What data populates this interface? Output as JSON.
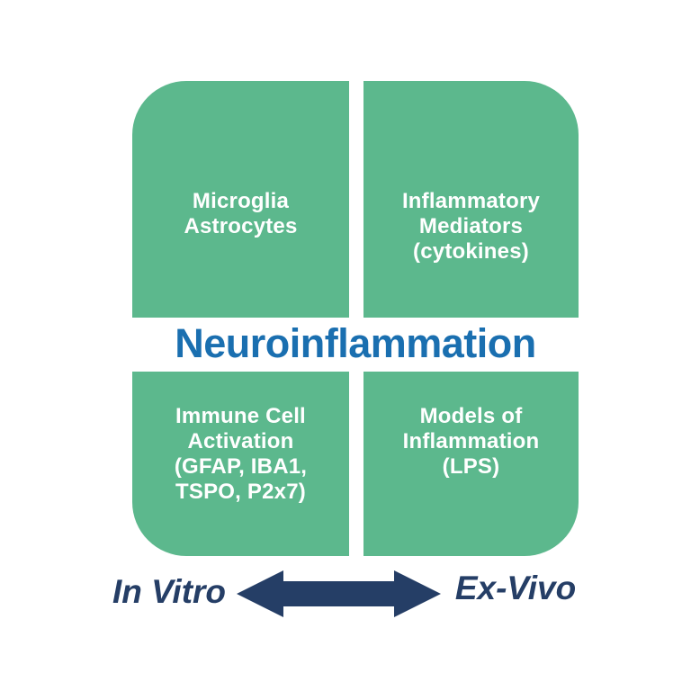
{
  "title": "Neuroinflammation",
  "quadrants": [
    {
      "position": "top-left",
      "lines": [
        "Microglia",
        "Astrocytes"
      ]
    },
    {
      "position": "top-right",
      "lines": [
        "Inflammatory",
        "Mediators",
        "(cytokines)"
      ]
    },
    {
      "position": "bottom-left",
      "lines": [
        "Immune Cell",
        "Activation",
        "(GFAP, IBA1,",
        "TSPO, P2x7)"
      ]
    },
    {
      "position": "bottom-right",
      "lines": [
        "Models of",
        "Inflammation",
        "(LPS)"
      ]
    }
  ],
  "axis": {
    "left_label": "In Vitro",
    "right_label": "Ex-Vivo"
  },
  "colors": {
    "quadrant-green": "#5CB88D",
    "title-blue": "#1A6FB0",
    "arrow-navy": "#253E66",
    "quadrant-text": "#FFFFFF",
    "background": "#FFFFFF"
  }
}
